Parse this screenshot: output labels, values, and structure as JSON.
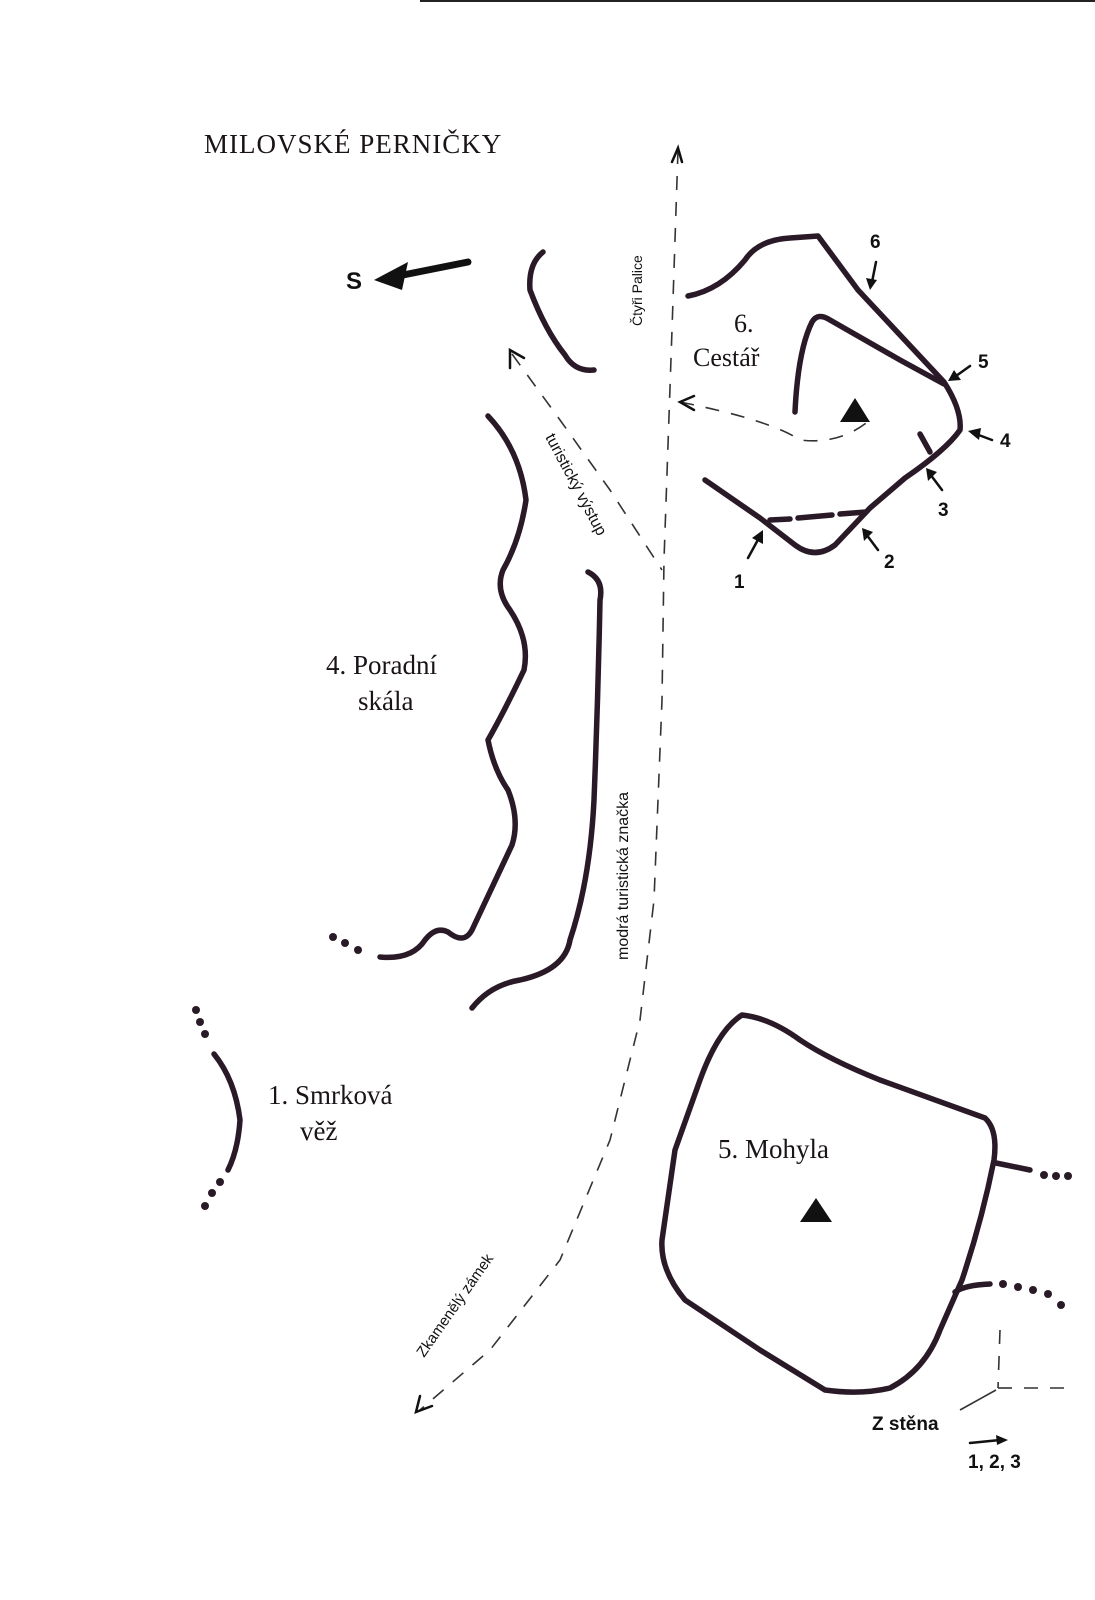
{
  "title": "MILOVSKÉ PERNIČKY",
  "north": {
    "label": "S"
  },
  "rocks": {
    "cestar": {
      "number_label": "6.",
      "name": "Cestář"
    },
    "poradni": {
      "line1": "4. Poradní",
      "line2": "skála"
    },
    "smrkova": {
      "line1": "1. Smrková",
      "line2": "věž"
    },
    "mohyla": {
      "label": "5. Mohyla"
    }
  },
  "paths": {
    "ctyri_palice": "Čtyři Palice",
    "turisticky_vystup": "turistický výstup",
    "modra_znacka": "modrá turistická značka",
    "zkamenely_zamek": "Zkamenělý zámek"
  },
  "routes": {
    "cestar_numbers": [
      "1",
      "2",
      "3",
      "4",
      "5",
      "6"
    ],
    "z_stena": "Z stěna",
    "z_stena_routes": "1, 2, 3"
  },
  "summit_symbol": "triangle",
  "colors": {
    "rock_outline": "#2a1a28",
    "trail": "#333333",
    "text": "#111111"
  }
}
